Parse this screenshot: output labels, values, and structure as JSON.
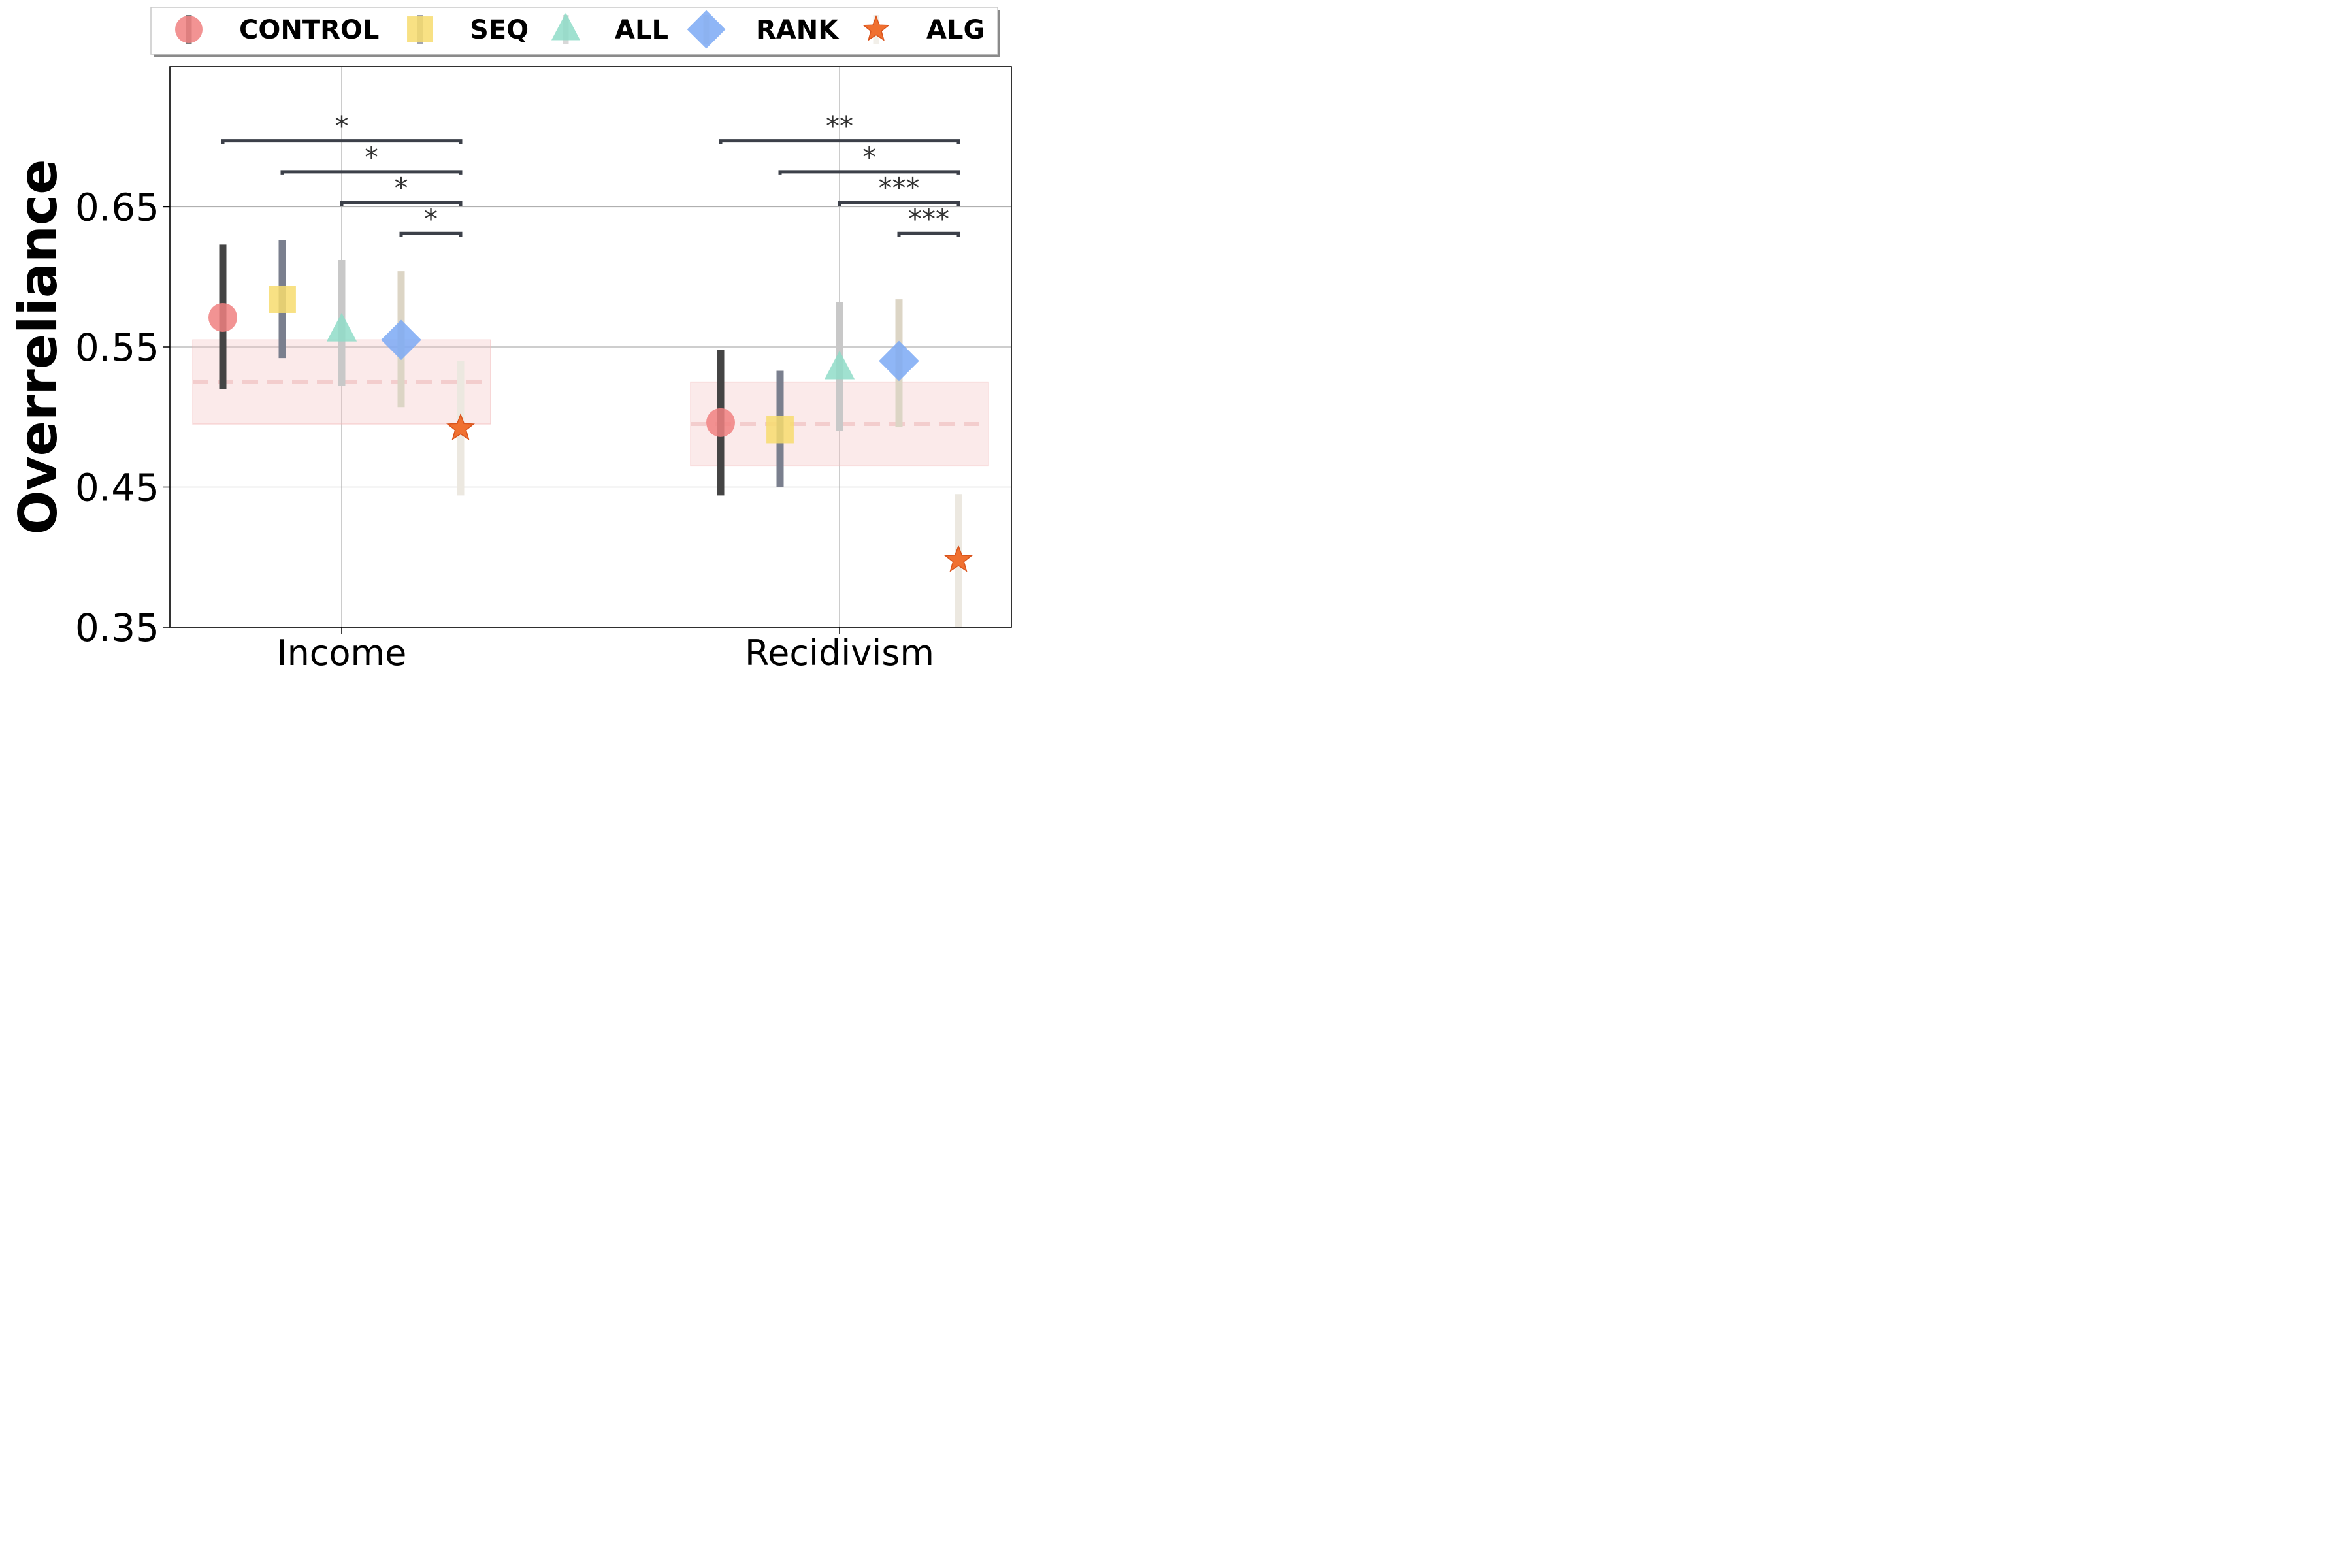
{
  "chart_data": {
    "type": "scatter",
    "title": "",
    "xlabel": "",
    "ylabel": "Overreliance",
    "ylim": [
      0.35,
      0.75
    ],
    "yticks": [
      0.35,
      0.45,
      0.55,
      0.65
    ],
    "ytick_labels": [
      "0.35",
      "0.45",
      "0.55",
      "0.65"
    ],
    "grid": true,
    "legend_position": "top",
    "categories": [
      "Income",
      "Recidivism"
    ],
    "series": [
      {
        "name": "CONTROL",
        "marker": "circle",
        "color": "#f08080",
        "bar_color": "#444444",
        "values": [
          0.571,
          0.496
        ],
        "ci_low": [
          0.52,
          0.444
        ],
        "ci_high": [
          0.623,
          0.548
        ]
      },
      {
        "name": "SEQ",
        "marker": "square",
        "color": "#f7dc6f",
        "bar_color": "#7a7f8e",
        "values": [
          0.584,
          0.491
        ],
        "ci_low": [
          0.542,
          0.45
        ],
        "ci_high": [
          0.626,
          0.533
        ]
      },
      {
        "name": "ALL",
        "marker": "triangle",
        "color": "#8fdcc8",
        "bar_color": "#c8c8c8",
        "values": [
          0.562,
          0.535
        ],
        "ci_low": [
          0.522,
          0.49
        ],
        "ci_high": [
          0.612,
          0.582
        ]
      },
      {
        "name": "RANK",
        "marker": "diamond",
        "color": "#7ba9f5",
        "bar_color": "#dcd5c5",
        "values": [
          0.555,
          0.54
        ],
        "ci_low": [
          0.507,
          0.493
        ],
        "ci_high": [
          0.604,
          0.584
        ]
      },
      {
        "name": "ALG",
        "marker": "star",
        "color": "#f07030",
        "bar_color": "#ece8e0",
        "values": [
          0.492,
          0.398
        ],
        "ci_low": [
          0.444,
          0.35
        ],
        "ci_high": [
          0.54,
          0.445
        ]
      }
    ],
    "control_band": [
      {
        "category": "Income",
        "mean": 0.525,
        "low": 0.495,
        "high": 0.555
      },
      {
        "category": "Recidivism",
        "mean": 0.495,
        "low": 0.465,
        "high": 0.525
      }
    ],
    "significance": [
      {
        "category": "Income",
        "from": "CONTROL",
        "to": "ALG",
        "label": "*",
        "level": 0.697
      },
      {
        "category": "Income",
        "from": "SEQ",
        "to": "ALG",
        "label": "*",
        "level": 0.675
      },
      {
        "category": "Income",
        "from": "ALL",
        "to": "ALG",
        "label": "*",
        "level": 0.653
      },
      {
        "category": "Income",
        "from": "RANK",
        "to": "ALG",
        "label": "*",
        "level": 0.631
      },
      {
        "category": "Recidivism",
        "from": "CONTROL",
        "to": "ALG",
        "label": "**",
        "level": 0.697
      },
      {
        "category": "Recidivism",
        "from": "SEQ",
        "to": "ALG",
        "label": "*",
        "level": 0.675
      },
      {
        "category": "Recidivism",
        "from": "ALL",
        "to": "ALG",
        "label": "***",
        "level": 0.653
      },
      {
        "category": "Recidivism",
        "from": "RANK",
        "to": "ALG",
        "label": "***",
        "level": 0.631
      }
    ]
  }
}
